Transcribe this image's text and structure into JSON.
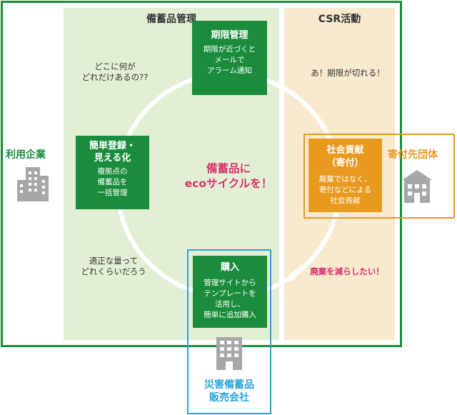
{
  "panels": {
    "stock_management": "備蓄品管理",
    "csr": "CSR活動"
  },
  "center_message": [
    "備蓄品に",
    "ecoサイクルを！"
  ],
  "steps": {
    "expiry": {
      "title": "期限管理",
      "desc": [
        "期限が近づくと",
        "メールで",
        "アラーム通知"
      ]
    },
    "register": {
      "title": [
        "簡単登録・",
        "見える化"
      ],
      "desc": [
        "複拠点の",
        "備蓄品を",
        "一括管理"
      ]
    },
    "purchase": {
      "title": "購入",
      "desc": [
        "管理サイトから",
        "テンプレートを",
        "活用し、",
        "簡単に追加購入"
      ]
    },
    "donation": {
      "title": [
        "社会貢献",
        "（寄付）"
      ],
      "desc": [
        "廃棄ではなく、",
        "寄付などによる",
        "社会貢献"
      ]
    }
  },
  "notes": {
    "top_left": [
      "どこに何が",
      "どれだけあるの??"
    ],
    "bottom_left": [
      "適正な量って",
      "どれくらいだろう"
    ],
    "top_right": "あ！期限が切れる！",
    "bottom_right": "廃棄を減らしたい！"
  },
  "entities": {
    "user_company": "利用企業",
    "donation_org": "寄付先団体",
    "seller": [
      "災害備蓄品",
      "販売会社"
    ]
  },
  "colors": {
    "green": "#1a8c3c",
    "light_green": "#e3efd4",
    "orange": "#e89a1f",
    "light_orange": "#f8e9cf",
    "blue": "#2aa3d9",
    "pink": "#d6336c"
  },
  "icons": [
    "building-icon",
    "house-icon",
    "office-tower-icon"
  ]
}
